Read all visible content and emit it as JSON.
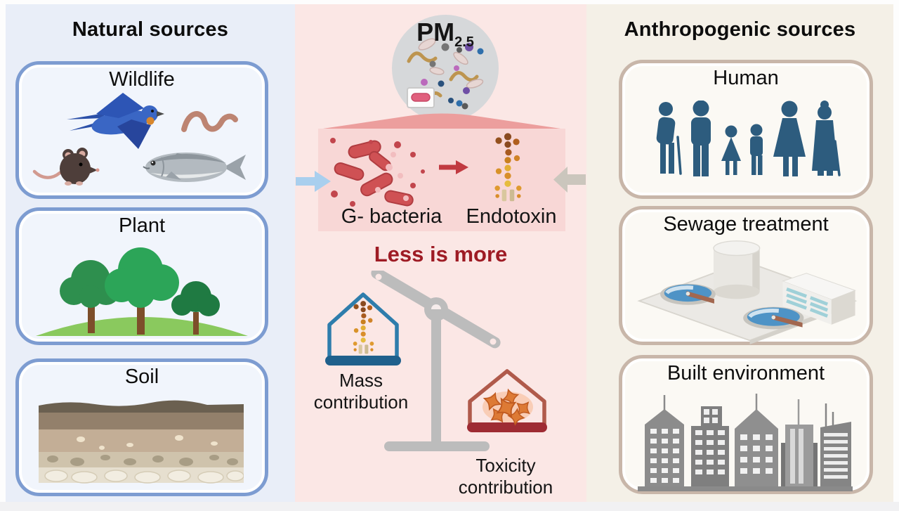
{
  "natural": {
    "title": "Natural sources",
    "items": [
      {
        "label": "Wildlife"
      },
      {
        "label": "Plant"
      },
      {
        "label": "Soil"
      }
    ]
  },
  "center": {
    "pm": {
      "label": "PM",
      "sub": "2.5"
    },
    "gbacteria_label": "G- bacteria",
    "endotoxin_label": "Endotoxin",
    "slogan": "Less is more",
    "mass": {
      "line1": "Mass",
      "line2": "contribution"
    },
    "toxicity": {
      "line1": "Toxicity",
      "line2": "contribution"
    }
  },
  "anthropogenic": {
    "title": "Anthropogenic sources",
    "items": [
      {
        "label": "Human"
      },
      {
        "label": "Sewage treatment"
      },
      {
        "label": "Built environment"
      }
    ]
  },
  "colors": {
    "natural_panel": "#e9eef8",
    "natural_box_border": "#7d9cd1",
    "center_panel": "#fbe7e5",
    "center_band": "#f8d7d6",
    "slogan_red": "#9e1b24",
    "anthro_panel": "#f4f0e7",
    "anthro_box_border": "#c8b6a9",
    "human_figure_blue": "#2d5c7e",
    "bacteria_red": "#cf5154",
    "scale_gray": "#bcbcbc",
    "mass_house_blue": "#2e7dac",
    "toxicity_house_red": "#9e2b33",
    "natural_arrow_blue": "#a9cfee",
    "anthro_arrow_gray": "#cbc6bd"
  }
}
